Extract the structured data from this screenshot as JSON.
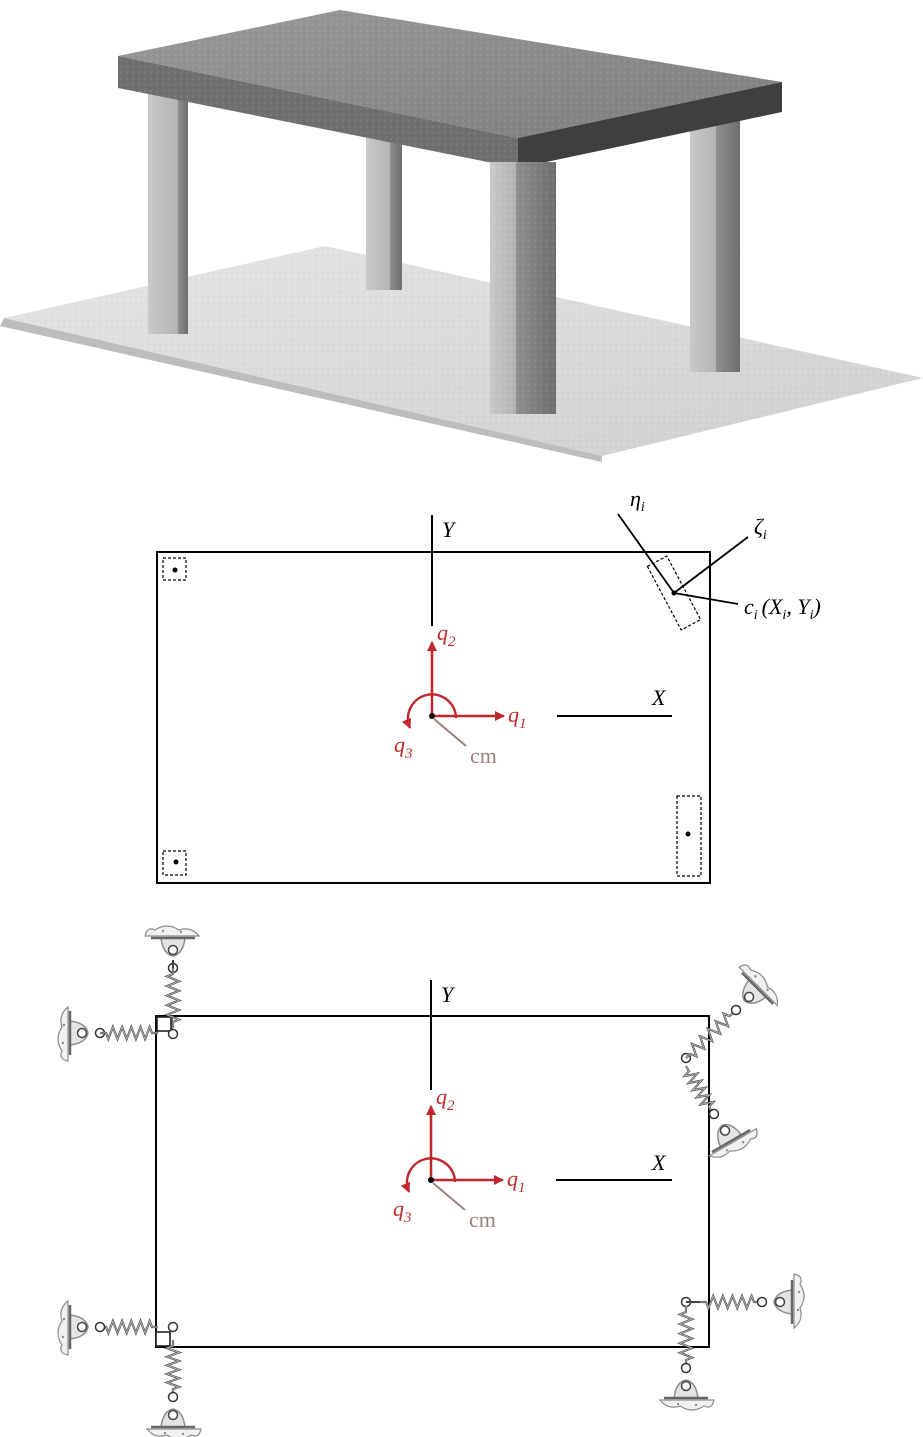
{
  "colors": {
    "dof": "#c0282d",
    "cm": "#9a817a",
    "line": "#000000",
    "concrete_top": "#8a8a8a",
    "concrete_side": "#4a4a4a",
    "ground": "#d9d9d9",
    "support": "#8c8c8c"
  },
  "icons": {
    "spring": "spring-icon",
    "support": "fixed-support-icon",
    "pin": "pin-joint-icon"
  },
  "top_view": {
    "axis_y": "Y",
    "axis_x": "X",
    "dof_1": "q",
    "dof_1_sub": "1",
    "dof_2": "q",
    "dof_2_sub": "2",
    "dof_3": "q",
    "dof_3_sub": "3",
    "cm_label": "cm",
    "eta_label": "η",
    "eta_sub": "i",
    "zeta_label": "ζ",
    "zeta_sub": "i",
    "column_label": "c",
    "column_sub": "i",
    "column_coords_open": "(X",
    "column_coords_x_sub": "i",
    "column_coords_mid": ", Y",
    "column_coords_y_sub": "i",
    "column_coords_close": ")"
  },
  "spring_view": {
    "axis_y": "Y",
    "axis_x": "X",
    "dof_1": "q",
    "dof_1_sub": "1",
    "dof_2": "q",
    "dof_2_sub": "2",
    "dof_3": "q",
    "dof_3_sub": "3",
    "cm_label": "cm"
  }
}
